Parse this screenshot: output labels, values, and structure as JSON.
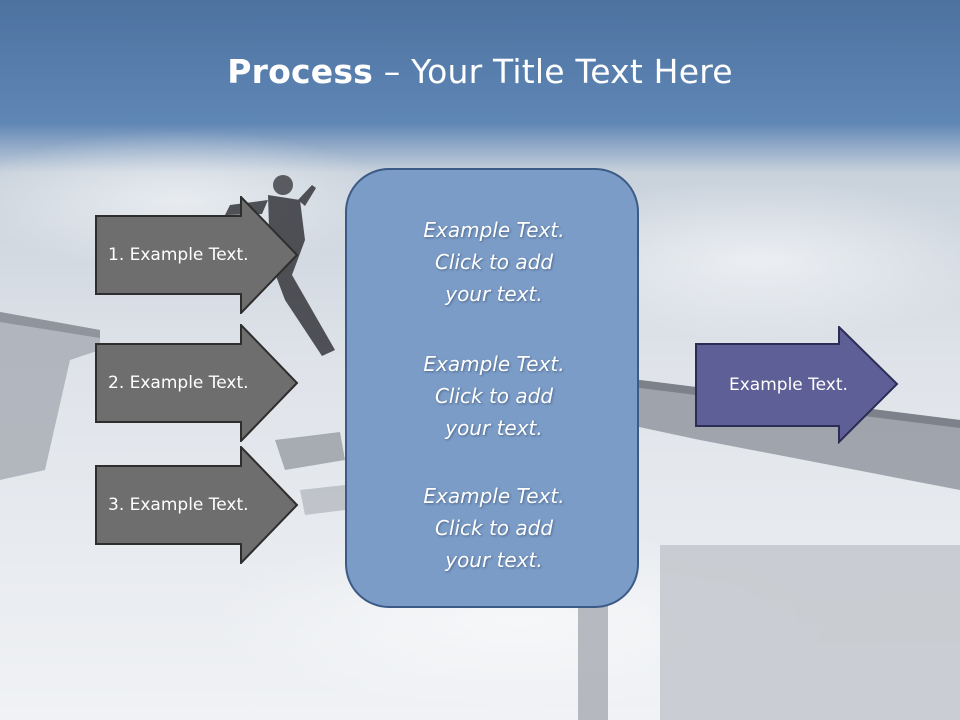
{
  "slide": {
    "title_bold": "Process",
    "title_rest": " – Your Title Text Here",
    "left_arrows": [
      {
        "label": "1. Example Text."
      },
      {
        "label": "2. Example Text."
      },
      {
        "label": "3. Example Text."
      }
    ],
    "center_box": {
      "blocks": [
        {
          "line1": "Example Text.",
          "line2": "Click  to add",
          "line3": "your text."
        },
        {
          "line1": "Example Text.",
          "line2": "Click  to add",
          "line3": "your text."
        },
        {
          "line1": "Example Text.",
          "line2": "Click  to add",
          "line3": "your text."
        }
      ]
    },
    "right_arrow": {
      "label": "Example Text."
    }
  },
  "colors": {
    "left_arrow_fill": "#6e6e6e",
    "center_box_fill": "#7a9cc6",
    "right_arrow_fill": "#5d5f96"
  }
}
